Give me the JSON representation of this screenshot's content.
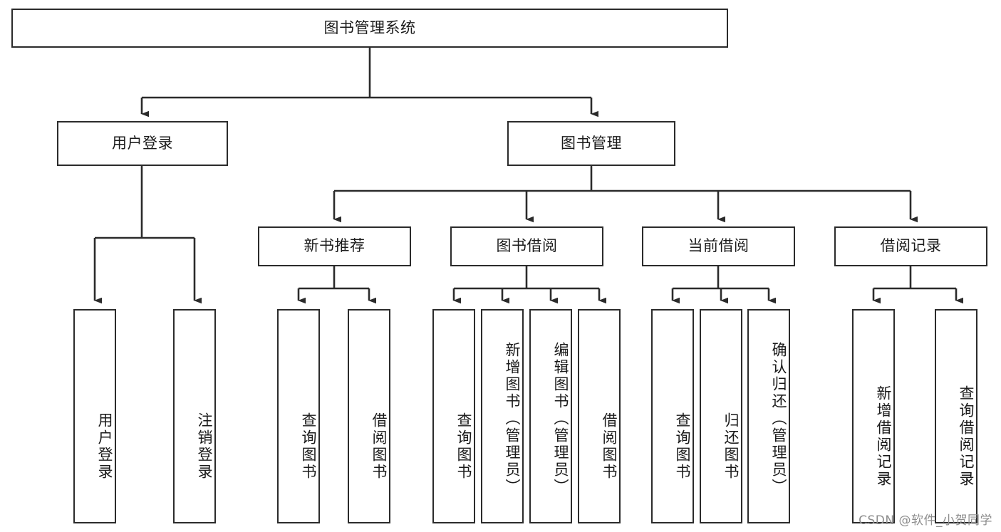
{
  "diagram": {
    "title": "图书管理系统",
    "type": "tree",
    "orientation": "top-down",
    "background_color": "#ffffff",
    "node_border_color": "#2b2b2b",
    "node_fill_color": "#ffffff",
    "edge_color": "#2b2b2b",
    "text_color": "#1a1a1a"
  },
  "nodes": {
    "root": {
      "label": "图书管理系统"
    },
    "level2": [
      {
        "id": "user-login",
        "label": "用户登录"
      },
      {
        "id": "book-manage",
        "label": "图书管理"
      }
    ],
    "level3": [
      {
        "id": "new-book-recommend",
        "label": "新书推荐"
      },
      {
        "id": "book-borrow",
        "label": "图书借阅"
      },
      {
        "id": "current-borrow",
        "label": "当前借阅"
      },
      {
        "id": "borrow-record",
        "label": "借阅记录"
      }
    ],
    "leaves": {
      "user_login": [
        {
          "id": "leaf-user-login",
          "label": "用户登录"
        },
        {
          "id": "leaf-logout-login",
          "label": "注销登录"
        }
      ],
      "new_book_recommend": [
        {
          "id": "leaf-query-book-1",
          "label": "查询图书"
        },
        {
          "id": "leaf-borrow-book-1",
          "label": "借阅图书"
        }
      ],
      "book_borrow": [
        {
          "id": "leaf-query-book-2",
          "label": "查询图书"
        },
        {
          "id": "leaf-add-book-admin",
          "label": "新增图书（管理员）"
        },
        {
          "id": "leaf-edit-book-admin",
          "label": "编辑图书（管理员）"
        },
        {
          "id": "leaf-borrow-book-2",
          "label": "借阅图书"
        }
      ],
      "current_borrow": [
        {
          "id": "leaf-query-book-3",
          "label": "查询图书"
        },
        {
          "id": "leaf-return-book",
          "label": "归还图书"
        },
        {
          "id": "leaf-confirm-return-admin",
          "label": "确认归还（管理员）"
        }
      ],
      "borrow_record": [
        {
          "id": "leaf-add-borrow-record",
          "label": "新增借阅记录"
        },
        {
          "id": "leaf-query-borrow-record",
          "label": "查询借阅记录"
        }
      ]
    }
  },
  "watermark": {
    "text": "CSDN @软件_小贺同学"
  }
}
